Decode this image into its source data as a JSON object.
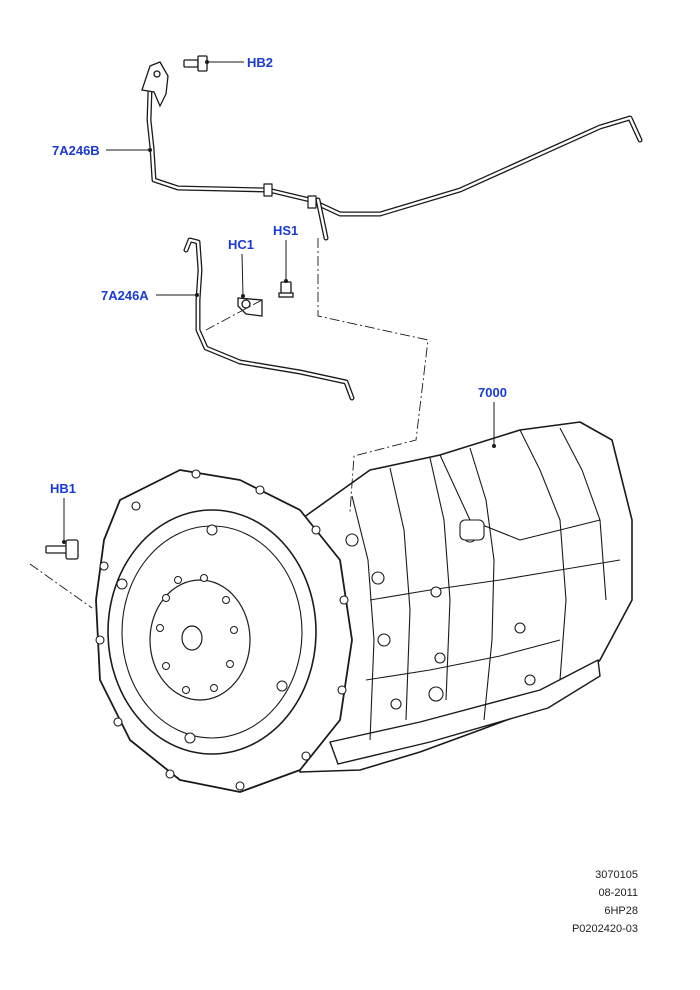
{
  "callouts": {
    "hb2": "HB2",
    "pipe_b": "7A246B",
    "hc1": "HC1",
    "hs1": "HS1",
    "pipe_a": "7A246A",
    "transmission": "7000",
    "hb1": "HB1"
  },
  "info": {
    "line1": "3070105",
    "line2": "08-2011",
    "line3": "6HP28",
    "line4": "P0202420-03"
  },
  "colors": {
    "callout": "#1a3ad6",
    "line": "#1a1a1a"
  }
}
